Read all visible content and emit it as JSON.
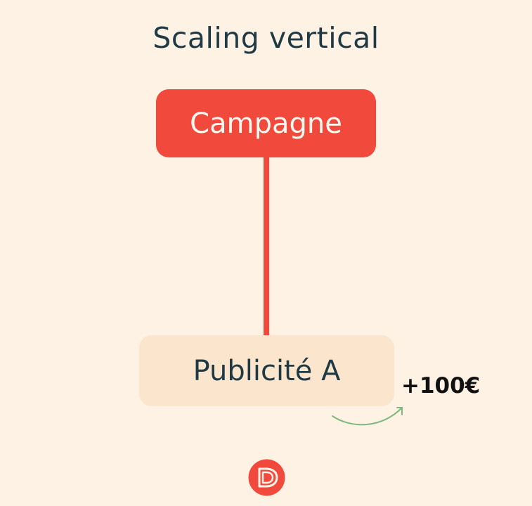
{
  "title": "Scaling vertical",
  "nodes": {
    "top": {
      "label": "Campagne"
    },
    "bottom": {
      "label": "Publicité A"
    }
  },
  "budget_change": "+100€",
  "colors": {
    "background": "#fdf2e4",
    "primary": "#f14a3c",
    "secondary_box": "#fbe5cc",
    "text_dark": "#1f3a45",
    "arrow": "#7fb77e"
  },
  "icons": {
    "arrow": "curved-arrow-icon",
    "logo": "brand-logo-icon"
  }
}
